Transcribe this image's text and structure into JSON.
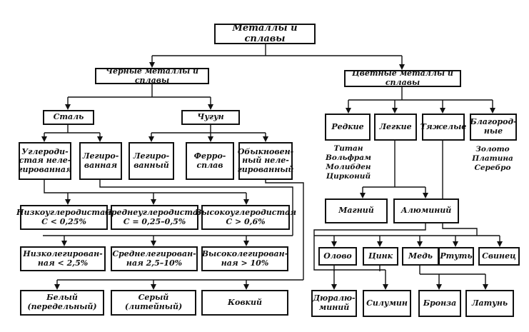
{
  "root": "Металлы и сплавы",
  "ferrous": {
    "title": "Черные металлы и сплавы",
    "steel": "Сталь",
    "cast_iron": "Чугун",
    "carbon_unalloyed": "Углероди-\nстая неле-\nгированная",
    "alloyed": "Легиро-\nванная",
    "ci_alloyed": "Легиро-\nванный",
    "ferroalloy": "Ферро-\nсплав",
    "ci_ordinary": "Обыкновен-\nный неле-\nгированный",
    "low_carbon": "Низкоуглеродистая\nC < 0,25%",
    "medium_carbon": "Среднеуглеродистая\nC = 0,25–0,5%",
    "high_carbon": "Высокоуглеродистая\nC > 0,6%",
    "low_alloyed": "Низколегирован-\nная < 2,5%",
    "medium_alloyed": "Среднелегирован-\nная  2,5–10%",
    "high_alloyed": "Высоколегирован-\nная > 10%",
    "white": "Белый\n(передельный)",
    "grey": "Серый\n(литейный)",
    "malleable": "Ковкий"
  },
  "nonferrous": {
    "title": "Цветные металлы и сплавы",
    "rare": "Редкие",
    "light": "Легкие",
    "heavy": "Тяжелые",
    "noble": "Благород-\nные",
    "rare_list": "Титан\nВольфрам\nМолибден\nЦирконий",
    "noble_list": "Золото\nПлатина\nСеребро",
    "magnesium": "Магний",
    "aluminium": "Алюминий",
    "tin": "Олово",
    "zinc": "Цинк",
    "copper": "Медь",
    "mercury": "Ртуть",
    "lead": "Свинец",
    "duralumin": "Дюралю-\nминий",
    "silumin": "Силумин",
    "bronze": "Бронза",
    "brass": "Латунь"
  }
}
